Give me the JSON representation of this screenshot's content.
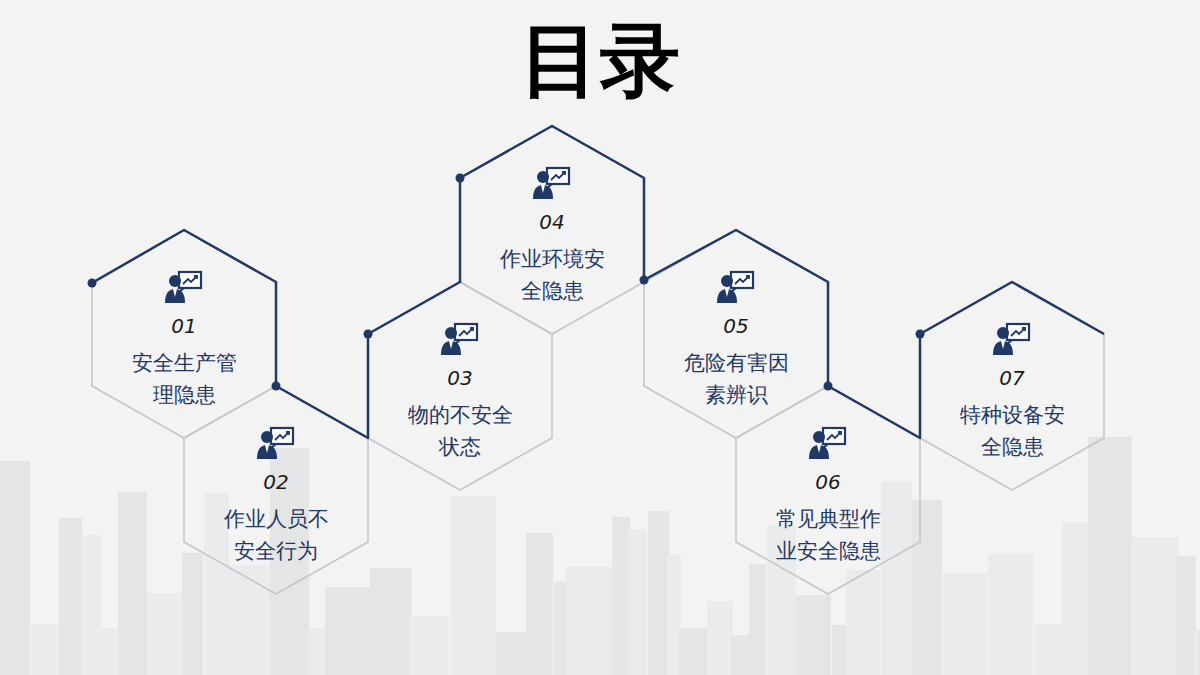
{
  "diagram": {
    "title": "目录",
    "nodes": [
      {
        "text": [
          "01",
          "安全生产管理隐患"
        ]
      },
      {
        "text": [
          "02",
          "作业人员不安全行为"
        ]
      },
      {
        "text": [
          "03",
          "物的不安全状态"
        ]
      },
      {
        "text": [
          "04",
          "作业环境安全隐患"
        ]
      },
      {
        "text": [
          "05",
          "危险有害因素辨识"
        ]
      },
      {
        "text": [
          "06",
          "常见典型作业安全隐患"
        ]
      },
      {
        "text": [
          "07",
          "特种设备安全隐患"
        ]
      }
    ]
  }
}
